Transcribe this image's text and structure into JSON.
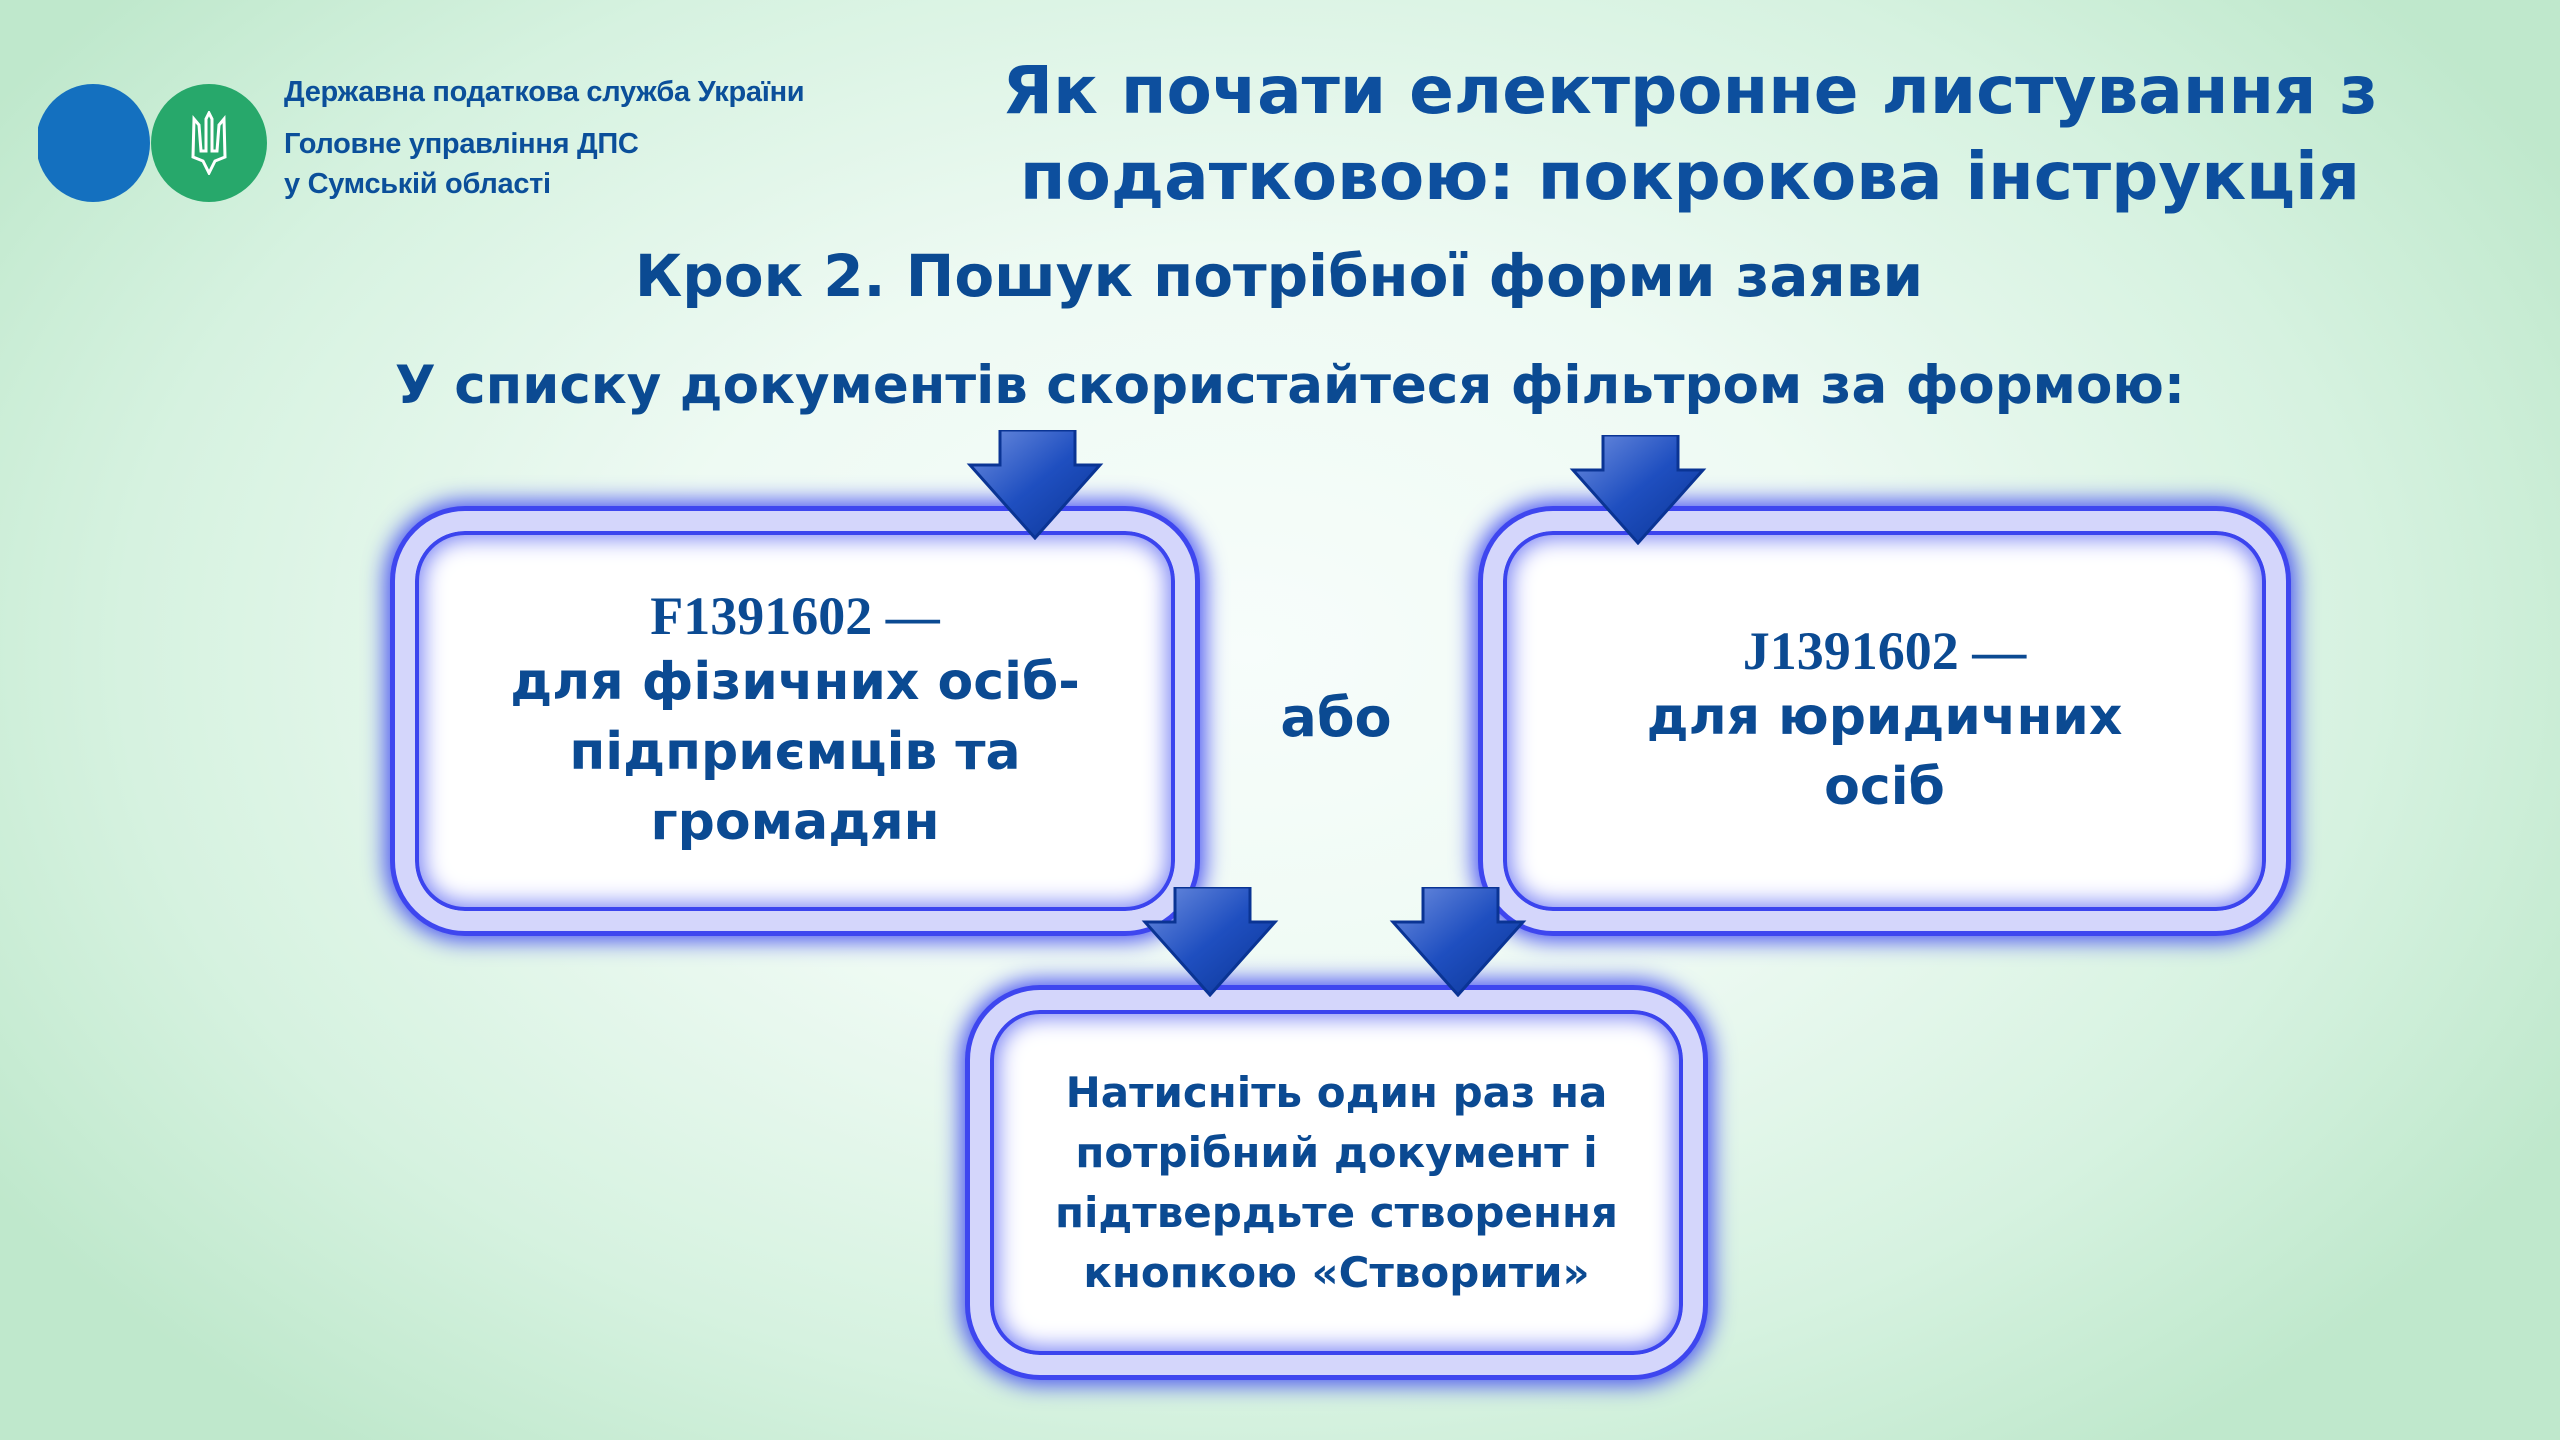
{
  "header": {
    "org_name": "Державна податкова служба України",
    "org_unit_line1": "Головне управління ДПС",
    "org_unit_line2": "у Сумській області",
    "title_line1": "Як почати електронне листування з",
    "title_line2": "податковою: покрокова інструкція"
  },
  "step_heading": "Крок 2. Пошук потрібної форми заяви",
  "instruction": "У списку документів скористайтеся фільтром за формою:",
  "box_individuals": {
    "code": "F1391602 —",
    "lines": [
      "для фізичних осіб-",
      "підприємців та",
      "громадян"
    ]
  },
  "or_label": "або",
  "box_legal": {
    "code": "J1391602 —",
    "lines": [
      "для юридичних",
      "осіб"
    ]
  },
  "box_action": {
    "lines": [
      "Натисніть один раз на",
      "потрібний документ і",
      "підтвердьте створення",
      "кнопкою «Створити»"
    ]
  },
  "colors": {
    "primary": "#0d4f9e",
    "logo_blue": "#1470bf",
    "logo_green": "#27a86b",
    "box_border": "#d4d6fb",
    "glow": "#3e46ef"
  },
  "icons": [
    "trident-icon",
    "arrow-down-icon"
  ]
}
